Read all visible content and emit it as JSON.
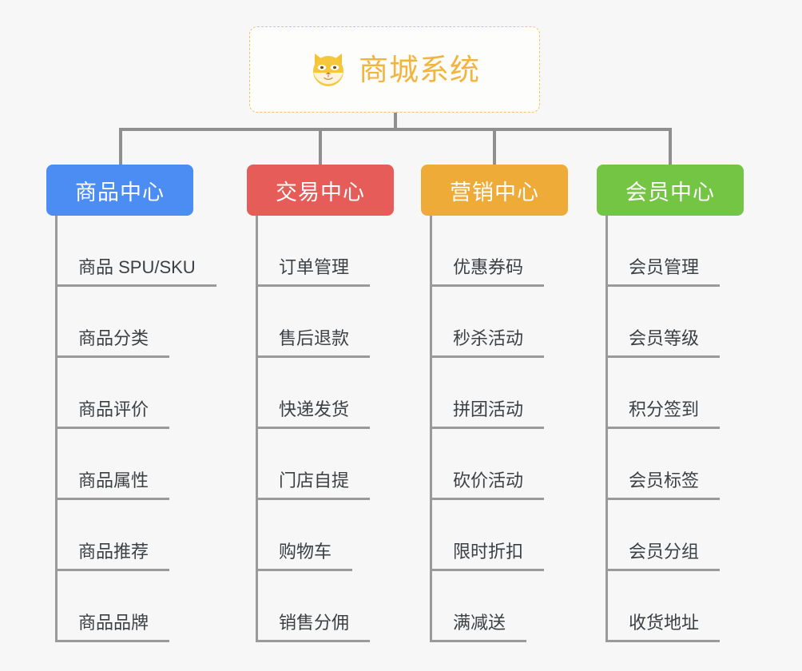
{
  "background_color": "#f7f7f7",
  "root": {
    "label": "商城系统",
    "icon": "shiba-dog-face-icon",
    "text_color": "#f3b43f",
    "border_color": "#f0c368"
  },
  "connector_color": "#8f8f8f",
  "branches": [
    {
      "title": "商品中心",
      "color": "#4b8df3",
      "items": [
        "商品 SPU/SKU",
        "商品分类",
        "商品评价",
        "商品属性",
        "商品推荐",
        "商品品牌"
      ]
    },
    {
      "title": "交易中心",
      "color": "#e55c58",
      "items": [
        "订单管理",
        "售后退款",
        "快递发货",
        "门店自提",
        "购物车",
        "销售分佣"
      ]
    },
    {
      "title": "营销中心",
      "color": "#eeab37",
      "items": [
        "优惠券码",
        "秒杀活动",
        "拼团活动",
        "砍价活动",
        "限时折扣",
        "满减送"
      ]
    },
    {
      "title": "会员中心",
      "color": "#74c544",
      "items": [
        "会员管理",
        "会员等级",
        "积分签到",
        "会员标签",
        "会员分组",
        "收货地址"
      ]
    }
  ]
}
